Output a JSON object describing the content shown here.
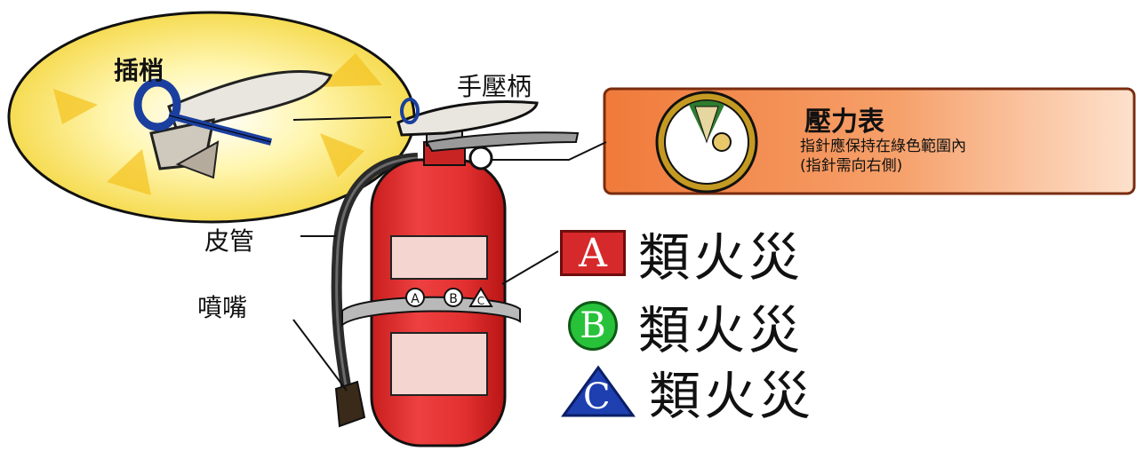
{
  "labels": {
    "pin": "插梢",
    "handle": "手壓柄",
    "hose": "皮管",
    "nozzle": "噴嘴"
  },
  "gauge": {
    "title": "壓力表",
    "desc_line1": "指針應保持在綠色範圍內",
    "desc_line2": "(指針需向右側)"
  },
  "classes": [
    {
      "letter": "A",
      "text": "類火災",
      "shape": "square",
      "color": "#d6292b"
    },
    {
      "letter": "B",
      "text": "類火災",
      "shape": "circle",
      "color": "#27c23a"
    },
    {
      "letter": "C",
      "text": "類火災",
      "shape": "triangle",
      "color": "#1d3fb0"
    }
  ],
  "body_badges": [
    "A",
    "B",
    "C"
  ]
}
